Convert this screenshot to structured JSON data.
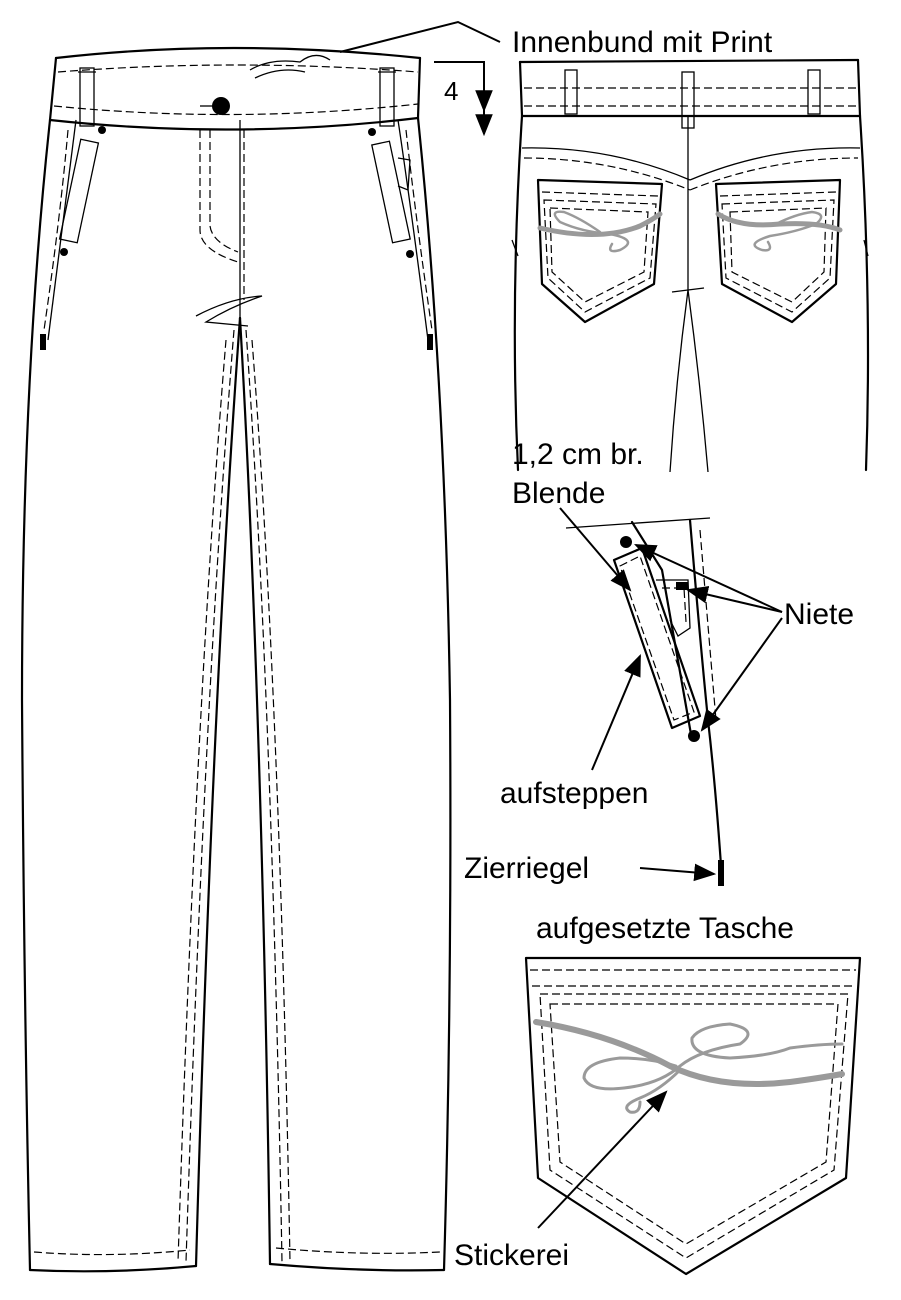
{
  "labels": {
    "innenbund": "Innenbund mit Print",
    "step_number": "4",
    "blende_width": "1,2 cm br.",
    "blende": "Blende",
    "niete": "Niete",
    "aufsteppen": "aufsteppen",
    "zierriegel": "Zierriegel",
    "aufgesetzte_tasche": "aufgesetzte Tasche",
    "stickerei": "Stickerei"
  },
  "colors": {
    "line": "#000000",
    "embroidery": "#9a9a9a",
    "background": "#ffffff"
  }
}
